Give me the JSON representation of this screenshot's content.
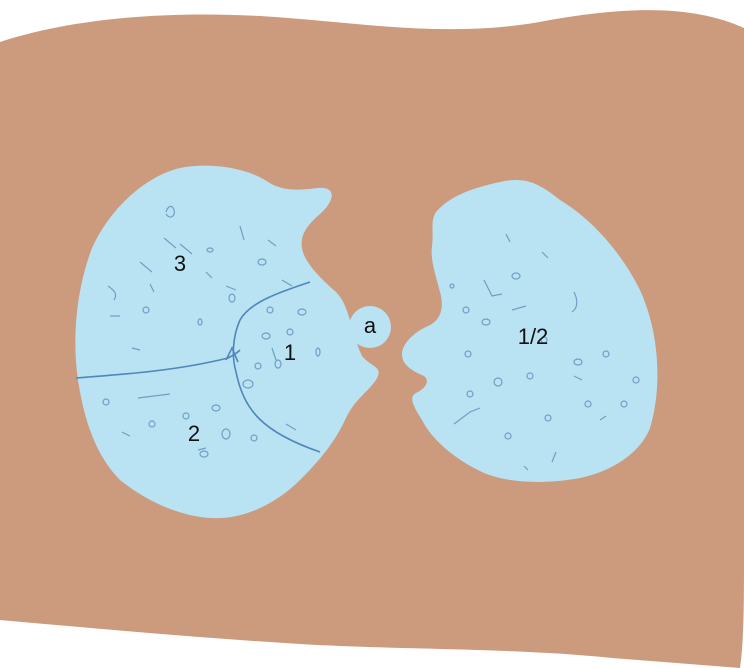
{
  "colors": {
    "background": "#ffffff",
    "body": "#cc9b7e",
    "lung": "#b9e2f3",
    "fissure": "#4f88b8",
    "vessel": "#6f9fc6",
    "label": "#111111"
  },
  "labels": {
    "right_upper": "3",
    "right_middle": "1",
    "right_lower": "2",
    "left_lung": "1/2",
    "airway": "a"
  }
}
